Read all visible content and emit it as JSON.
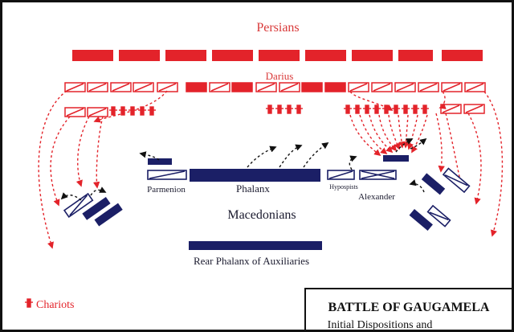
{
  "labels": {
    "persians": "Persians",
    "darius": "Darius",
    "parmenion": "Parmenion",
    "phalanx": "Phalanx",
    "hypaspists": "Hypospists",
    "alexander": "Alexander",
    "macedonians": "Macedonians",
    "rear_phalanx": "Rear Phalanx of Auxiliaries",
    "legend_chariots": "Chariots"
  },
  "title_box": {
    "title": "BATTLE OF GAUGAMELA",
    "subtitle": "Initial Dispositions and"
  },
  "colors": {
    "persian_red": "#e3232a",
    "macedonian_navy": "#1b1f66",
    "arrow_red": "#e3232a",
    "arrow_black": "#111111",
    "persian_label": "#d93a3a",
    "text": "#1a1a2e"
  }
}
